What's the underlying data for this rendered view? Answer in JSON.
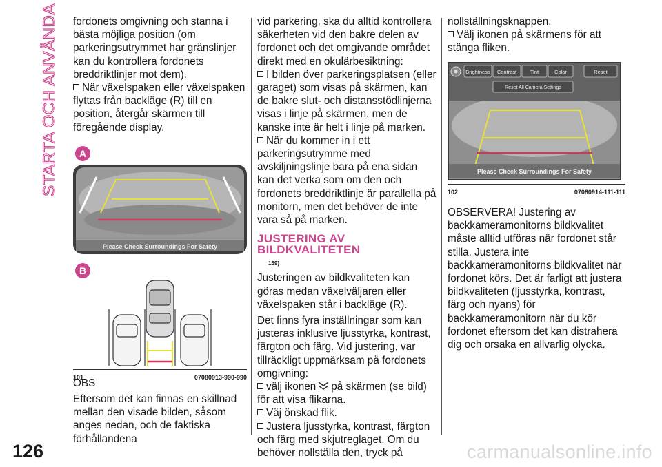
{
  "side_tab": "STARTA OCH ANVÄNDA",
  "page_number": "126",
  "watermark": "carmanualsonline.info",
  "accent_color": "#c9458c",
  "col1": {
    "p1": "fordonets omgivning och stanna i bästa möjliga position (om parkeringsutrymmet har gränslinjer kan du kontrollera fordonets breddriktlinjer mot dem).",
    "b1": "När växelspaken eller växelspaken flyttas från backläge (R) till en position, återgår skärmen till föregående display.",
    "fig": {
      "label_a": "A",
      "label_b": "B",
      "screen_text": "Please Check Surroundings For Safety",
      "caption_num": "101",
      "caption_code": "07080913-990-990"
    },
    "p2": "OBS",
    "p3": "Eftersom det kan finnas en skillnad mellan den visade bilden, såsom anges nedan, och de faktiska förhållandena"
  },
  "col2": {
    "p1": "vid parkering, ska du alltid kontrollera säkerheten vid den bakre delen av fordonet och det omgivande området direkt med en okulärbesiktning:",
    "b1": "I bilden över parkeringsplatsen (eller garaget) som visas på skärmen, kan de bakre slut- och distansstödlinjerna visas i linje på skärmen, men de kanske inte är helt i linje på marken.",
    "b2": "När du kommer in i ett parkeringsutrymme med avskiljningslinje bara på ena sidan kan det verka som om den och fordonets breddriktlinje är parallella på monitorn, men det behöver de inte vara så på marken.",
    "heading": "JUSTERING AV BILDKVALITETEN",
    "ref": "159)",
    "p2": "Justeringen av bildkvaliteten kan göras medan växelväljaren eller växelspaken står i backläge (R).",
    "p3": "Det finns fyra inställningar som kan justeras inklusive ljusstyrka, kontrast, färgton och färg. Vid justering, var tillräckligt uppmärksam på fordonets omgivning:",
    "b3_pre": "välj ikonen",
    "b3_post": "på skärmen (se bild) för att visa flikarna.",
    "b4": "Väj önskad flik.",
    "b5": "Justera ljusstyrka, kontrast, färgton och färg med skjutreglaget. Om du behöver nollställa den, tryck på"
  },
  "col3": {
    "p1": "nollställningsknappen.",
    "b1": "Välj ikonen på skärmens för att stänga fliken.",
    "fig": {
      "tab_brightness": "Brightness",
      "tab_contrast": "Contrast",
      "tab_tint": "Tint",
      "tab_color": "Color",
      "reset_button": "Reset",
      "reset_all_button": "Reset All Camera Settings",
      "screen_text": "Please Check Surroundings For Safety",
      "caption_num": "102",
      "caption_code": "07080914-111-111"
    },
    "p2": "OBSERVERA! Justering av backkameramonitorns bildkvalitet måste alltid utföras när fordonet står stilla. Justera inte backkameramonitorns bildkvalitet när fordonet körs. Det är farligt att justera bildkvaliteten (ljusstyrka, kontrast, färg och nyans) för backkameramonitorn när du kör fordonet eftersom det kan distrahera dig och orsaka en allvarlig olycka."
  }
}
